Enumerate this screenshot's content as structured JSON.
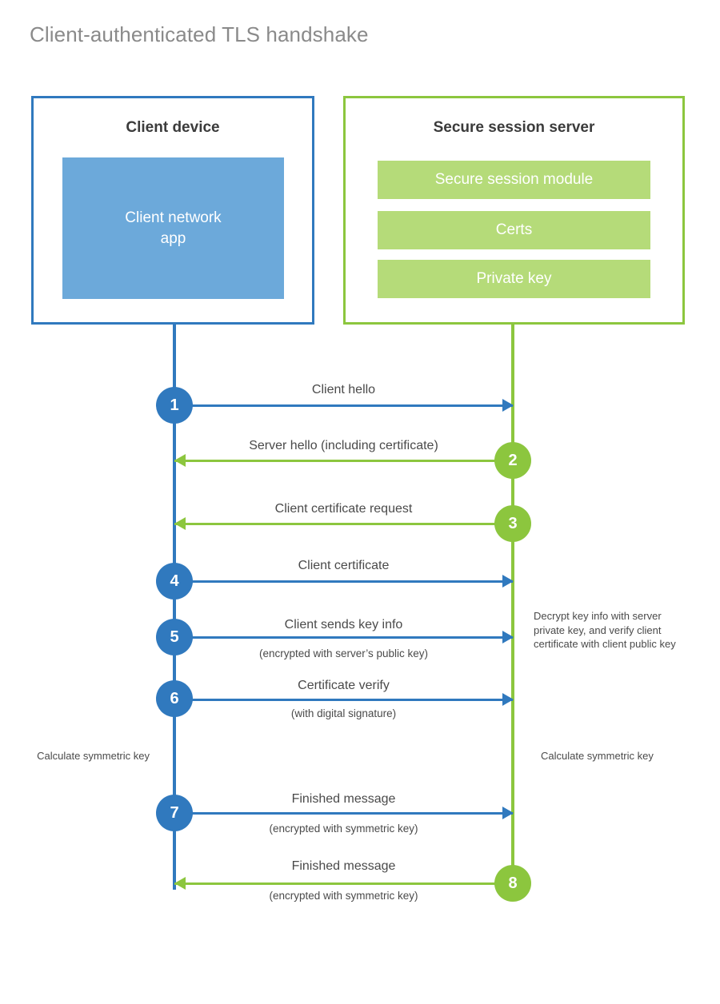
{
  "diagram": {
    "title": "Client-authenticated TLS handshake",
    "colors": {
      "client_accent": "#3079be",
      "client_fill": "#6ca9da",
      "server_accent": "#8cc63e",
      "server_fill": "#b5db79",
      "text": "#4a4a4a",
      "title_text": "#8a8a8a",
      "background": "#ffffff"
    }
  },
  "client": {
    "title": "Client device",
    "app_label": "Client network\napp",
    "app_line1": "Client network",
    "app_line2": "app"
  },
  "server": {
    "title": "Secure session server",
    "components": [
      {
        "label": "Secure session module"
      },
      {
        "label": "Certs"
      },
      {
        "label": "Private key"
      }
    ]
  },
  "messages": [
    {
      "step": "1",
      "label": "Client hello",
      "sublabel": "",
      "direction": "client-to-server",
      "color": "blue"
    },
    {
      "step": "2",
      "label": "Server hello (including certificate)",
      "sublabel": "",
      "direction": "server-to-client",
      "color": "green"
    },
    {
      "step": "3",
      "label": "Client certificate request",
      "sublabel": "",
      "direction": "server-to-client",
      "color": "green"
    },
    {
      "step": "4",
      "label": "Client certificate",
      "sublabel": "",
      "direction": "client-to-server",
      "color": "blue"
    },
    {
      "step": "5",
      "label": "Client sends key info",
      "sublabel": "(encrypted with server’s public key)",
      "direction": "client-to-server",
      "color": "blue"
    },
    {
      "step": "6",
      "label": "Certificate verify",
      "sublabel": "(with digital signature)",
      "direction": "client-to-server",
      "color": "blue"
    },
    {
      "step": "7",
      "label": "Finished message",
      "sublabel": "(encrypted with symmetric key)",
      "direction": "client-to-server",
      "color": "blue"
    },
    {
      "step": "8",
      "label": "Finished message",
      "sublabel": "(encrypted with symmetric key)",
      "direction": "server-to-client",
      "color": "green"
    }
  ],
  "notes": {
    "decrypt": "Decrypt key info with server private key, and verify client certificate with client public key",
    "calculate_client": "Calculate symmetric key",
    "calculate_server": "Calculate symmetric key"
  }
}
